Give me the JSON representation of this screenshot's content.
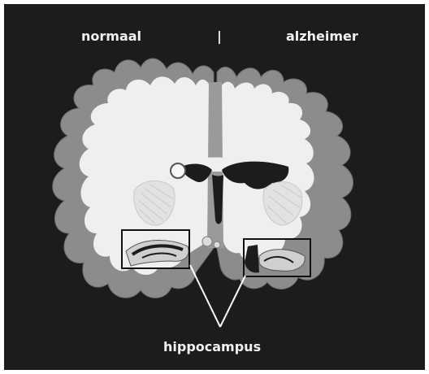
{
  "labels": {
    "left": "normaal",
    "divider": "|",
    "right": "alzheimer",
    "bottom": "hippocampus"
  },
  "colors": {
    "background": "#1c1c1c",
    "cortex": "#8c8c8c",
    "white_matter": "#efefef",
    "ventricle": "#1c1c1c",
    "label": "#f2f2f2"
  }
}
